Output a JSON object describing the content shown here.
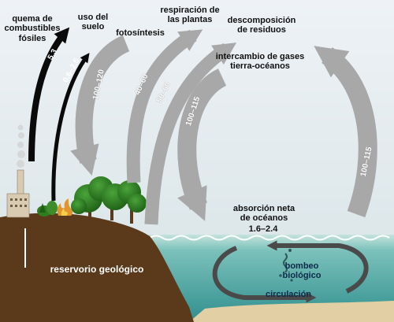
{
  "labels": {
    "fossil_fuels": "quema de\ncombustibles\nfósiles",
    "land_use": "uso del\nsuelo",
    "photosynthesis": "fotosíntesis",
    "plant_respiration": "respiración de\nlas plantas",
    "decomposition": "descomposición\nde residuos",
    "gas_exchange": "intercambio de gases\ntierra-océanos",
    "net_ocean_absorption": "absorción neta\nde océanos",
    "net_ocean_absorption_value": "1.6–2.4",
    "geologic_reservoir": "reservorio geológico",
    "biological_pump": "bombeo\nbiológico",
    "circulation": "circulación"
  },
  "flux_values": {
    "fossil_fuels": "5.3",
    "land_use": "0.6–2.6",
    "photosynthesis": "100–120",
    "plant_respiration": "40–60",
    "decomposition": "50–60",
    "atmosphere_to_ocean": "100–115",
    "ocean_to_atmosphere": "100–115"
  },
  "colors": {
    "sky_top": "#e8eef3",
    "sky_bottom": "#dfe8ec",
    "grey_arrow": "#a8a8a8",
    "dark_arrow": "#0a0a0a",
    "soil": "#5b3a1c",
    "ocean_surface": "#b8dcd6",
    "ocean_deep": "#3f9c99",
    "sea_floor": "#e2cfa3",
    "trees": "#2f7d1f"
  }
}
